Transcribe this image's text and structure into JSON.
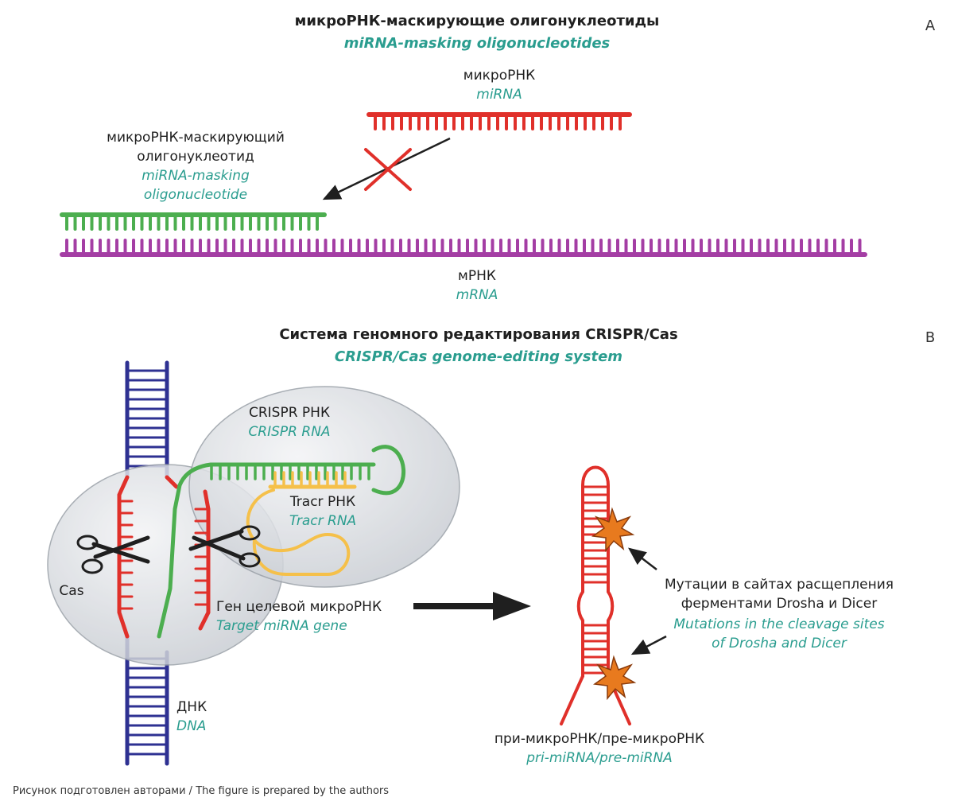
{
  "panel_a": {
    "letter": "A",
    "title_ru": "микроРНК-маскирующие олигонуклеотиды",
    "title_en": "miRNA-masking oligonucleotides",
    "mirna_ru": "микроРНК",
    "mirna_en": "miRNA",
    "amo_ru_line1": "микроРНК-маскирующий",
    "amo_ru_line2": "олигонуклеотид",
    "amo_en_line1": "miRNA-masking",
    "amo_en_line2": "oligonucleotide",
    "mrna_ru": "мРНК",
    "mrna_en": "mRNA"
  },
  "panel_b": {
    "letter": "B",
    "title_ru": "Система геномного редактирования CRISPR/Cas",
    "title_en": "CRISPR/Cas genome-editing system",
    "crispr_ru": "CRISPR РНК",
    "crispr_en": "CRISPR RNA",
    "tracr_ru": "Tracr РНК",
    "tracr_en": "Tracr RNA",
    "cas": "Cas",
    "gene_ru": "Ген целевой микроРНК",
    "gene_en": "Target miRNA gene",
    "dna_ru": "ДНК",
    "dna_en": "DNA",
    "mut_ru_line1": "Мутации в сайтах расщепления",
    "mut_ru_line2": "ферментами Drosha и Dicer",
    "mut_en_line1": "Mutations in the cleavage sites",
    "mut_en_line2": "of Drosha and Dicer",
    "pri_ru": "при-микроРНК/пре-микроРНК",
    "pri_en": "pri-miRNA/pre-miRNA"
  },
  "credit": "Рисунок подготовлен авторами / The figure is prepared by the authors",
  "colors": {
    "mirna": "#e0302a",
    "masking": "#4cae4f",
    "mrna": "#a43ea4",
    "dna": "#2e3192",
    "tracr": "#f5c04a",
    "label_en": "#2a9d8f",
    "cas_protein": "#d6d9de",
    "star": "#e87a1e"
  }
}
